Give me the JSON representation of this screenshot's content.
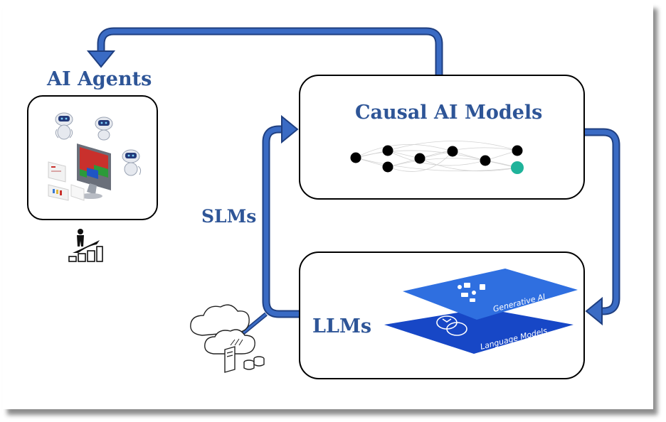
{
  "labels": {
    "ai_agents": "AI Agents",
    "causal_ai_models": "Causal AI Models",
    "slms": "SLMs",
    "llms": "LLMs"
  },
  "layers": {
    "top": "Generative AI",
    "bottom": "Language Models"
  },
  "colors": {
    "arrow": "#3A6BC4",
    "arrow_edge": "#1F3F80",
    "title_text": "#2E5597",
    "layer_top": "#2F6FE0",
    "layer_bottom": "#1747C6",
    "node_black": "#000000",
    "node_teal": "#1FB39A"
  },
  "icons": [
    "robot-icon",
    "monitor-dashboard-icon",
    "person-growth-icon",
    "cloud-database-icon",
    "chat-icon"
  ]
}
